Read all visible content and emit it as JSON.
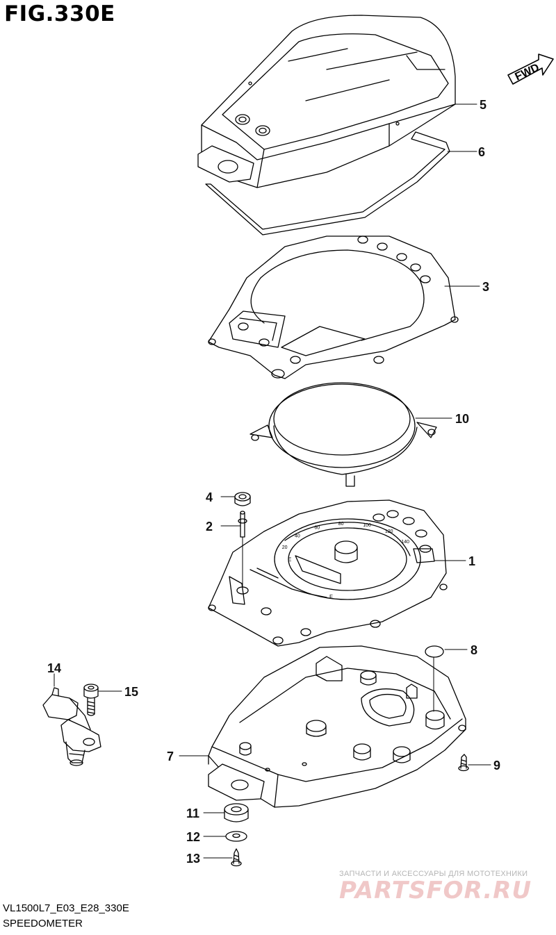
{
  "figure": {
    "title": "FIG.330E",
    "model_code": "VL1500L7_E03_E28_330E",
    "name": "SPEEDOMETER",
    "direction_label": "FWD"
  },
  "callouts": [
    {
      "id": "1",
      "part": "meter-assembly"
    },
    {
      "id": "2",
      "part": "pin"
    },
    {
      "id": "3",
      "part": "meter-frame"
    },
    {
      "id": "4",
      "part": "cap"
    },
    {
      "id": "5",
      "part": "upper-cover"
    },
    {
      "id": "6",
      "part": "seal-gasket"
    },
    {
      "id": "7",
      "part": "lower-case"
    },
    {
      "id": "8",
      "part": "cushion"
    },
    {
      "id": "9",
      "part": "screw"
    },
    {
      "id": "10",
      "part": "ring"
    },
    {
      "id": "11",
      "part": "grommet"
    },
    {
      "id": "12",
      "part": "washer"
    },
    {
      "id": "13",
      "part": "screw"
    },
    {
      "id": "14",
      "part": "speed-sensor"
    },
    {
      "id": "15",
      "part": "bolt"
    }
  ],
  "watermark": {
    "caption": "ЗАПЧАСТИ И АКСЕССУАРЫ ДЛЯ МОТОТЕХНИКИ",
    "logo": "PARTSFOR.RU",
    "logo_color": "#f0c8c8"
  },
  "gauge_marks": [
    "20",
    "40",
    "60",
    "80",
    "100",
    "120",
    "140"
  ]
}
